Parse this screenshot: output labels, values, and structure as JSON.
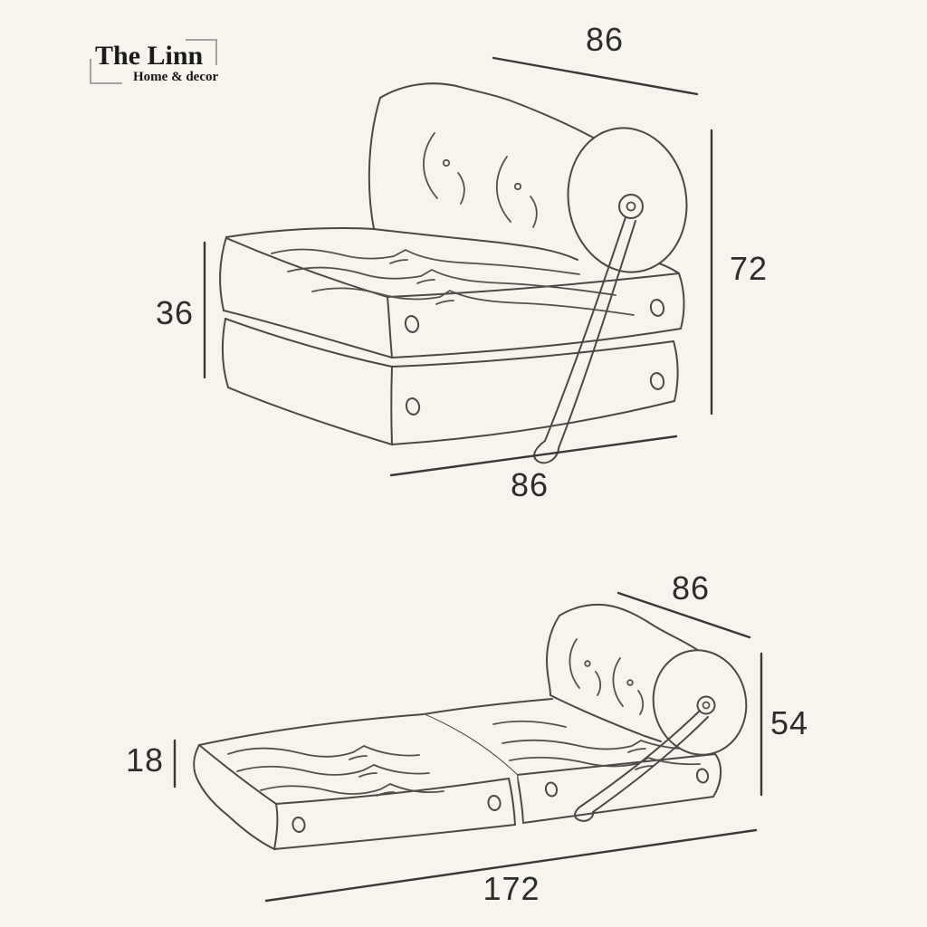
{
  "brand": {
    "name": "The Linn",
    "tagline": "Home & decor"
  },
  "figures": {
    "folded": {
      "dims": {
        "top_width": "86",
        "total_height": "72",
        "seat_height": "36",
        "depth": "86"
      }
    },
    "unfolded": {
      "dims": {
        "bolster_width": "86",
        "back_height": "54",
        "mattress_height": "18",
        "total_length": "172"
      }
    }
  },
  "colors": {
    "background": "#f7f4ee",
    "line": "#4c4845",
    "dimension_line": "#3a3837",
    "bracket": "#a3a3a3",
    "text": "#2d2d2d"
  }
}
